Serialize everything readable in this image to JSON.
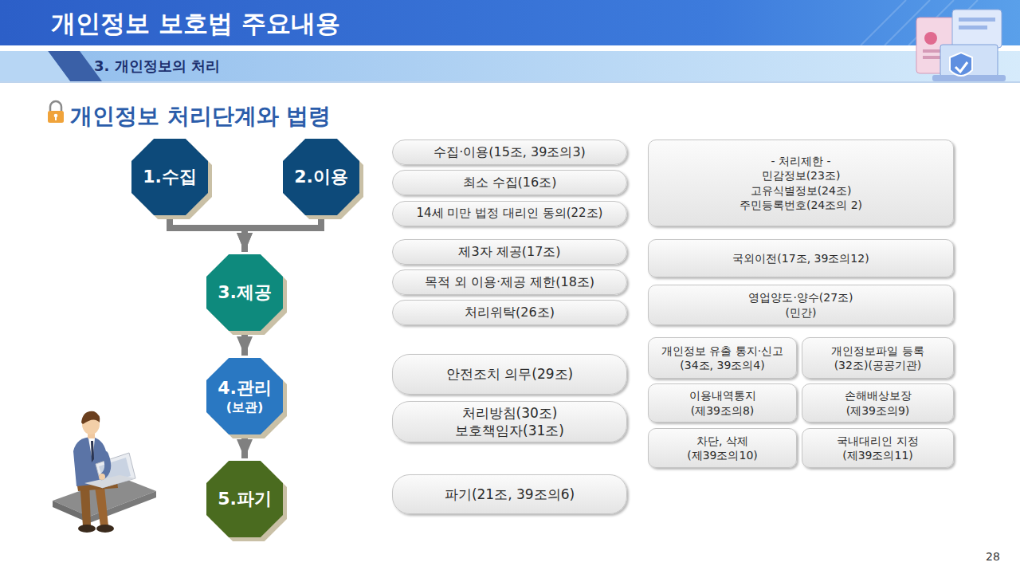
{
  "diagram": {
    "title": "개인정보 보호법 주요내용",
    "nodes": [
      {
        "text": [
          "1.수집"
        ]
      },
      {
        "text": [
          "2.이용"
        ]
      },
      {
        "text": [
          "3.제공"
        ]
      },
      {
        "text": [
          "4.관리",
          "(보관)"
        ]
      },
      {
        "text": [
          "5.파기"
        ]
      },
      {
        "text": [
          "수집·이용(15조, 39조의3)"
        ]
      },
      {
        "text": [
          "최소 수집(16조)"
        ]
      },
      {
        "text": [
          "14세 미만 법정 대리인 동의(22조)"
        ]
      },
      {
        "text": [
          "- 처리제한 -",
          "민감정보(23조)",
          "고유식별정보(24조)",
          "주민등록번호(24조의 2)"
        ]
      },
      {
        "text": [
          "제3자 제공(17조)"
        ]
      },
      {
        "text": [
          "목적 외 이용·제공 제한(18조)"
        ]
      },
      {
        "text": [
          "처리위탁(26조)"
        ]
      },
      {
        "text": [
          "국외이전(17조, 39조의12)"
        ]
      },
      {
        "text": [
          "영업양도·양수(27조)",
          "(민간)"
        ]
      },
      {
        "text": [
          "안전조치 의무(29조)"
        ]
      },
      {
        "text": [
          "처리방침(30조)",
          "보호책임자(31조)"
        ]
      },
      {
        "text": [
          "개인정보 유출 통지·신고",
          "(34조, 39조의4)"
        ]
      },
      {
        "text": [
          "개인정보파일 등록",
          "(32조)(공공기관)"
        ]
      },
      {
        "text": [
          "이용내역통지",
          "(제39조의8)"
        ]
      },
      {
        "text": [
          "손해배상보장",
          "(제39조의9)"
        ]
      },
      {
        "text": [
          "차단, 삭제",
          "(제39조의10)"
        ]
      },
      {
        "text": [
          "국내대리인 지정",
          "(제39조의11)"
        ]
      },
      {
        "text": [
          "파기(21조, 39조의6)"
        ]
      }
    ],
    "edges": [
      {
        "from": 0,
        "to": 2,
        "arrow": "to"
      },
      {
        "from": 1,
        "to": 2,
        "arrow": "to"
      },
      {
        "from": 2,
        "to": 3,
        "arrow": "to"
      },
      {
        "from": 3,
        "to": 4,
        "arrow": "to"
      }
    ],
    "labels": [
      "3. 개인정보의 처리",
      "개인정보 처리단계와 법령",
      "28"
    ]
  }
}
